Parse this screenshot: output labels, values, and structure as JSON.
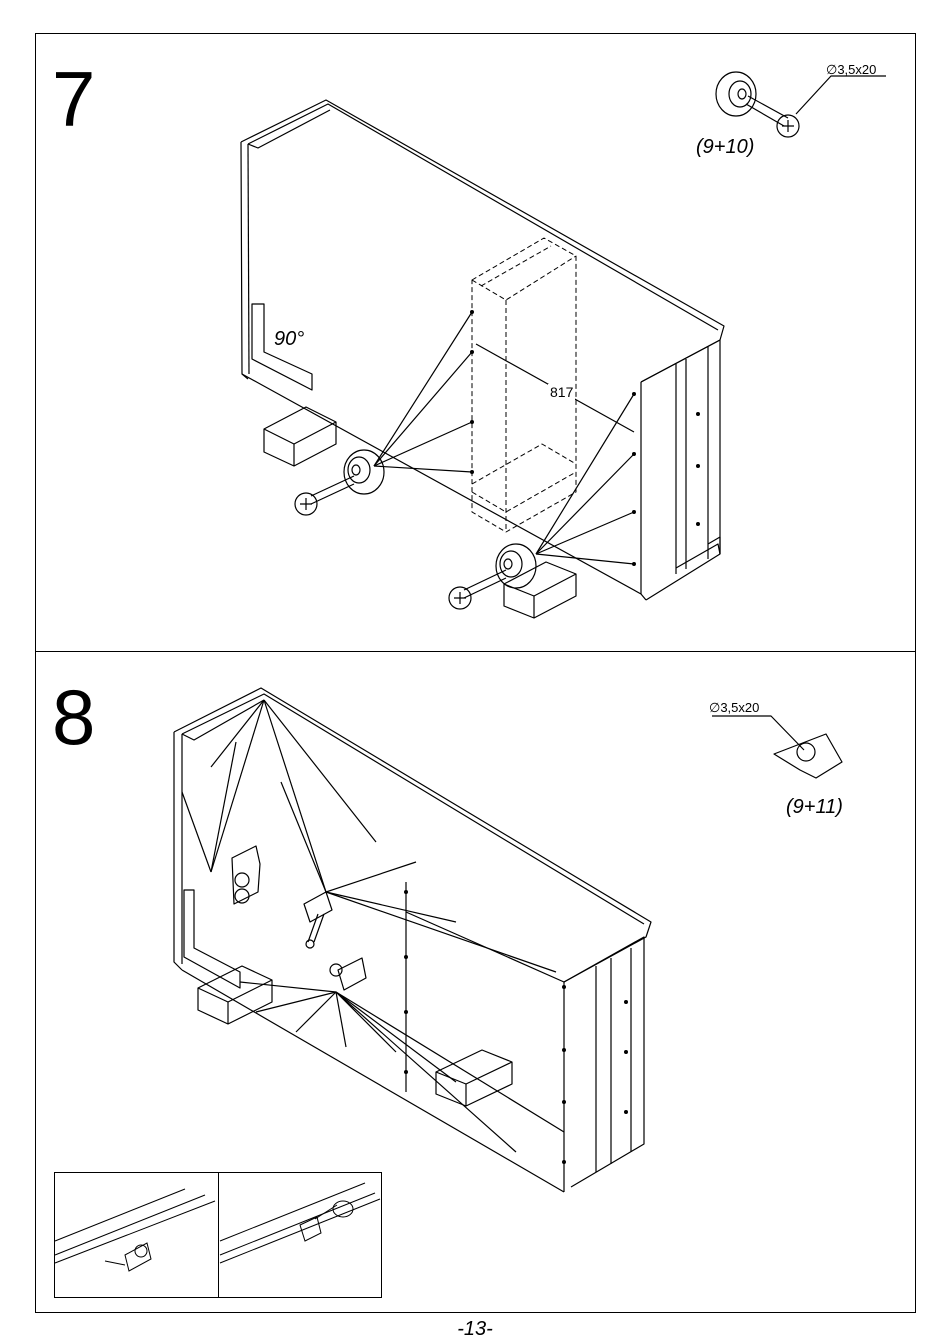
{
  "steps": [
    {
      "number": "7",
      "parts": "(9+10)",
      "screw_spec": "∅3,5x20",
      "angle_label": "90°",
      "measure_label": "817"
    },
    {
      "number": "8",
      "parts": "(9+11)",
      "screw_spec": "∅3,5x20"
    }
  ],
  "page_number": "-13-"
}
